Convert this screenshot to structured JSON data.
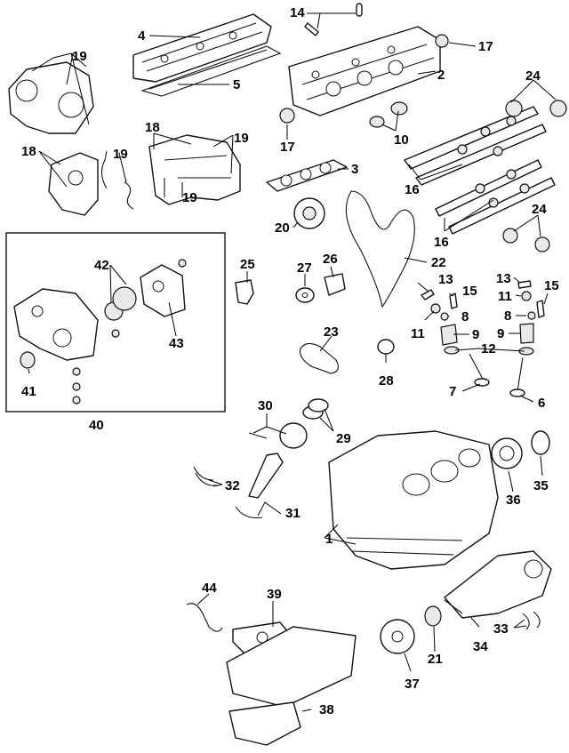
{
  "callouts": [
    {
      "id": "c1",
      "text": "1"
    },
    {
      "id": "c2",
      "text": "2"
    },
    {
      "id": "c3",
      "text": "3"
    },
    {
      "id": "c4",
      "text": "4"
    },
    {
      "id": "c5",
      "text": "5"
    },
    {
      "id": "c6",
      "text": "6"
    },
    {
      "id": "c7",
      "text": "7"
    },
    {
      "id": "c8a",
      "text": "8"
    },
    {
      "id": "c8b",
      "text": "8"
    },
    {
      "id": "c9a",
      "text": "9"
    },
    {
      "id": "c9b",
      "text": "9"
    },
    {
      "id": "c10",
      "text": "10"
    },
    {
      "id": "c11a",
      "text": "11"
    },
    {
      "id": "c11b",
      "text": "11"
    },
    {
      "id": "c12",
      "text": "12"
    },
    {
      "id": "c13a",
      "text": "13"
    },
    {
      "id": "c13b",
      "text": "13"
    },
    {
      "id": "c14",
      "text": "14"
    },
    {
      "id": "c15a",
      "text": "15"
    },
    {
      "id": "c15b",
      "text": "15"
    },
    {
      "id": "c16a",
      "text": "16"
    },
    {
      "id": "c16b",
      "text": "16"
    },
    {
      "id": "c17a",
      "text": "17"
    },
    {
      "id": "c17b",
      "text": "17"
    },
    {
      "id": "c18a",
      "text": "18"
    },
    {
      "id": "c18b",
      "text": "18"
    },
    {
      "id": "c19a",
      "text": "19"
    },
    {
      "id": "c19b",
      "text": "19"
    },
    {
      "id": "c19c",
      "text": "19"
    },
    {
      "id": "c19d",
      "text": "19"
    },
    {
      "id": "c20",
      "text": "20"
    },
    {
      "id": "c21",
      "text": "21"
    },
    {
      "id": "c22",
      "text": "22"
    },
    {
      "id": "c23",
      "text": "23"
    },
    {
      "id": "c24a",
      "text": "24"
    },
    {
      "id": "c24b",
      "text": "24"
    },
    {
      "id": "c25",
      "text": "25"
    },
    {
      "id": "c26",
      "text": "26"
    },
    {
      "id": "c27",
      "text": "27"
    },
    {
      "id": "c28",
      "text": "28"
    },
    {
      "id": "c29",
      "text": "29"
    },
    {
      "id": "c30",
      "text": "30"
    },
    {
      "id": "c31",
      "text": "31"
    },
    {
      "id": "c32",
      "text": "32"
    },
    {
      "id": "c33",
      "text": "33"
    },
    {
      "id": "c34",
      "text": "34"
    },
    {
      "id": "c35",
      "text": "35"
    },
    {
      "id": "c36",
      "text": "36"
    },
    {
      "id": "c37",
      "text": "37"
    },
    {
      "id": "c38",
      "text": "38"
    },
    {
      "id": "c39",
      "text": "39"
    },
    {
      "id": "c40",
      "text": "40"
    },
    {
      "id": "c41",
      "text": "41"
    },
    {
      "id": "c42",
      "text": "42"
    },
    {
      "id": "c43",
      "text": "43"
    },
    {
      "id": "c44",
      "text": "44"
    }
  ]
}
